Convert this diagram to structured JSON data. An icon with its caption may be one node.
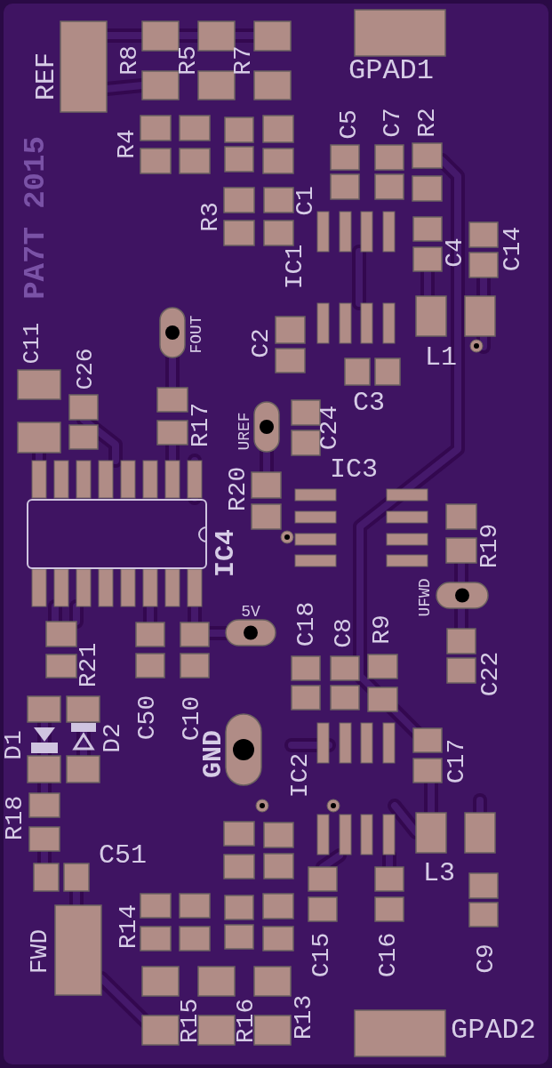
{
  "diagram": {
    "labels": [
      "GPAD1",
      "R8",
      "R5",
      "R7",
      "REF",
      "R4",
      "C5",
      "C7",
      "R2",
      "R3",
      "C1",
      "PA7T 2015",
      "C4",
      "C14",
      "IC1",
      "C11",
      "FOUT",
      "C2",
      "L1",
      "C26",
      "C3",
      "R17",
      "UREF",
      "C24",
      "IC3",
      "R20",
      "IC4",
      "R19",
      "UFWD",
      "5V",
      "C18",
      "C8",
      "R9",
      "R21",
      "C22",
      "C50",
      "C10",
      "D1",
      "D2",
      "GND",
      "IC2",
      "C17",
      "R18",
      "C51",
      "L3",
      "R14",
      "C15",
      "C16",
      "C9",
      "FWD",
      "R15",
      "R16",
      "R13",
      "GPAD2"
    ]
  }
}
